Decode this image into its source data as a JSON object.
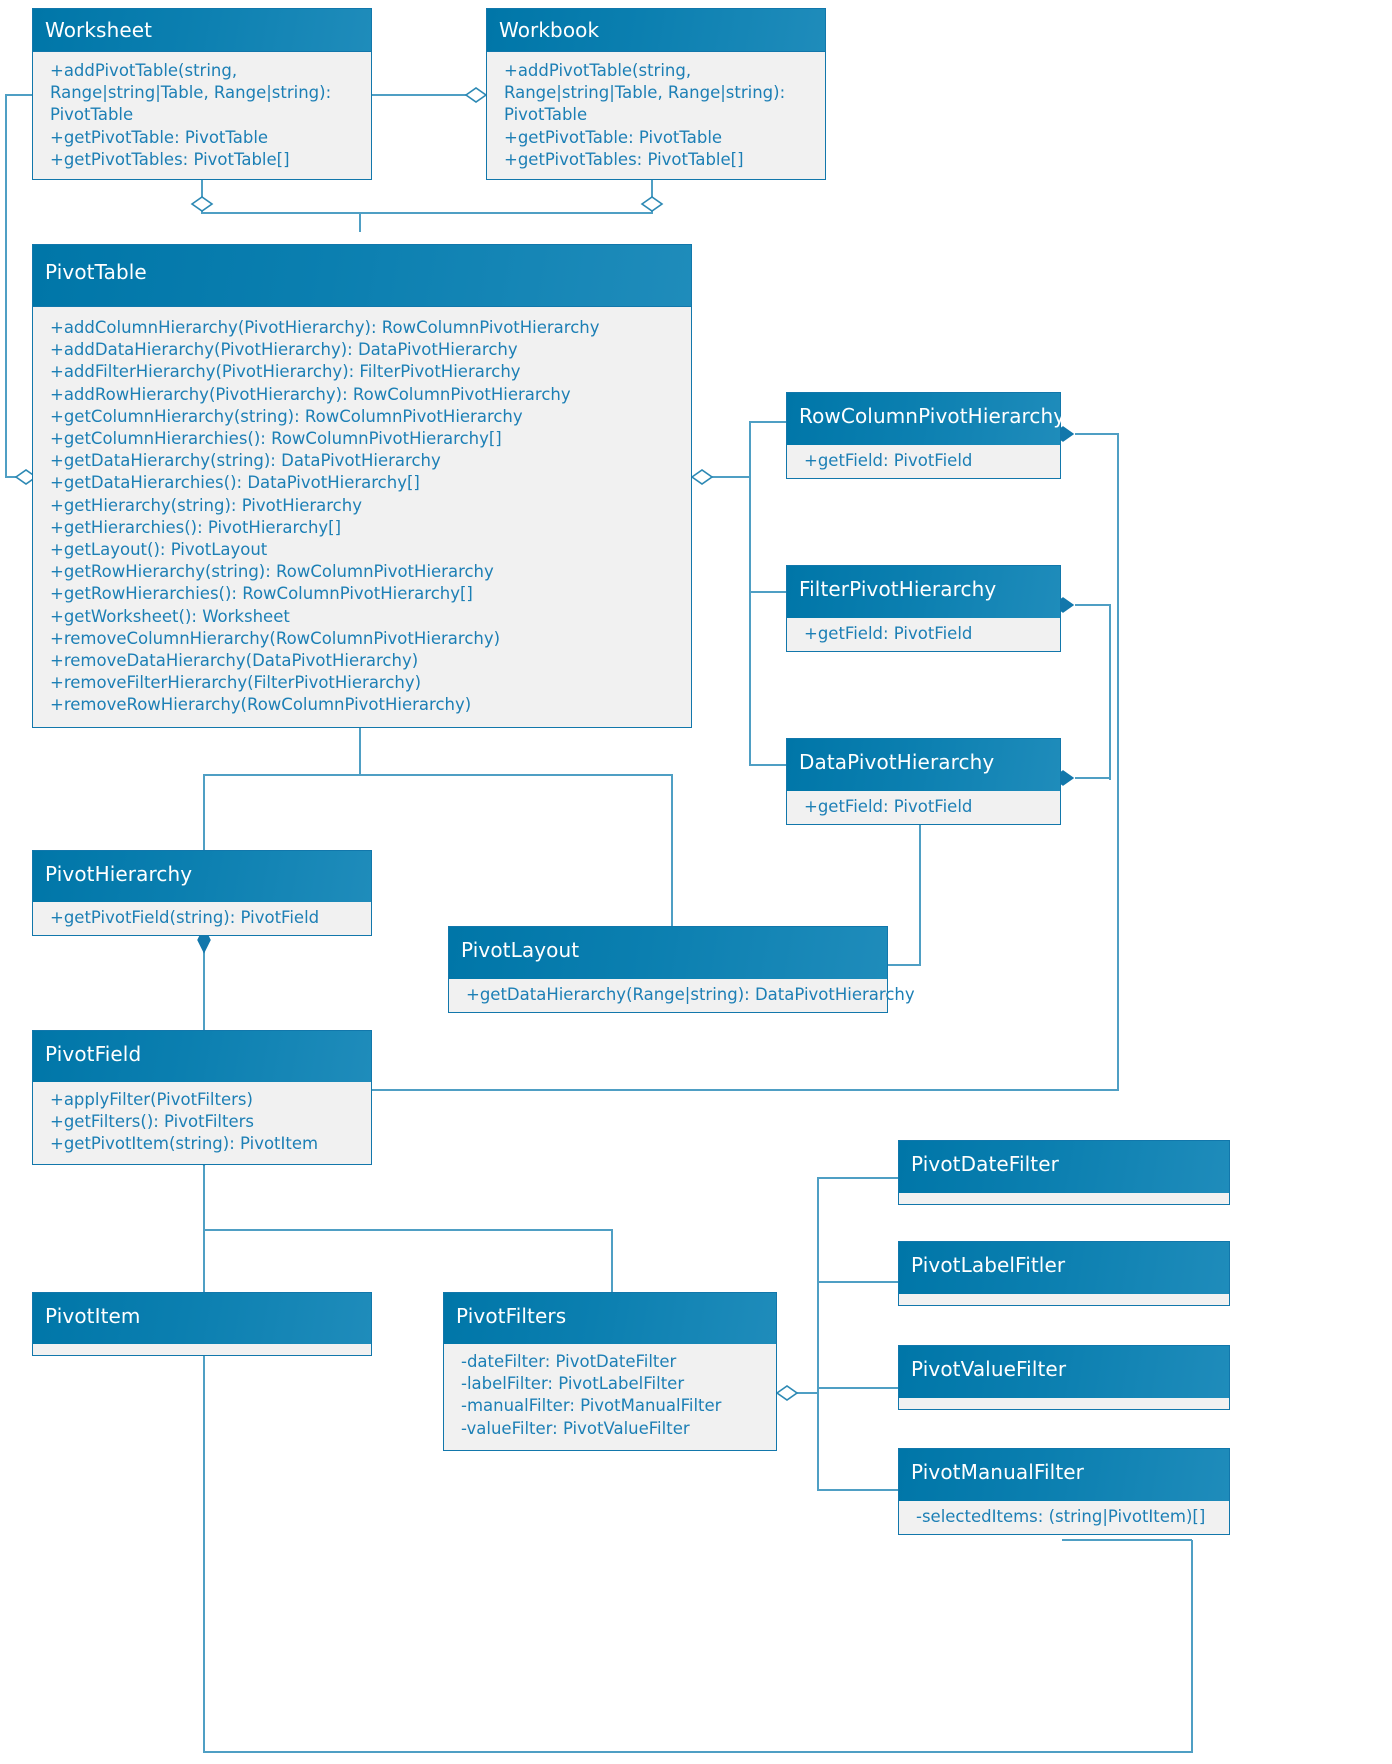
{
  "diagram": {
    "title": "Excel JavaScript API PivotTable class diagram",
    "type": "uml-class-diagram",
    "colors": {
      "header_fill": "#0076a8",
      "header_text": "#ffffff",
      "body_fill": "#f1f1f1",
      "body_text": "#1c7fb5",
      "border": "#1277ab",
      "connector": "#4f9fc4"
    }
  },
  "classes": [
    {
      "id": "worksheet",
      "name": "Worksheet",
      "members": [
        "+addPivotTable(string,",
        "Range|string|Table, Range|string):",
        "PivotTable",
        "+getPivotTable: PivotTable",
        "+getPivotTables: PivotTable[]"
      ]
    },
    {
      "id": "workbook",
      "name": "Workbook",
      "members": [
        "+addPivotTable(string,",
        "Range|string|Table, Range|string):",
        "PivotTable",
        "+getPivotTable: PivotTable",
        "+getPivotTables: PivotTable[]"
      ]
    },
    {
      "id": "pivottable",
      "name": "PivotTable",
      "members": [
        "+addColumnHierarchy(PivotHierarchy): RowColumnPivotHierarchy",
        "+addDataHierarchy(PivotHierarchy): DataPivotHierarchy",
        "+addFilterHierarchy(PivotHierarchy): FilterPivotHierarchy",
        "+addRowHierarchy(PivotHierarchy): RowColumnPivotHierarchy",
        "+getColumnHierarchy(string): RowColumnPivotHierarchy",
        "+getColumnHierarchies(): RowColumnPivotHierarchy[]",
        "+getDataHierarchy(string): DataPivotHierarchy",
        "+getDataHierarchies(): DataPivotHierarchy[]",
        "+getHierarchy(string): PivotHierarchy",
        "+getHierarchies(): PivotHierarchy[]",
        "+getLayout(): PivotLayout",
        "+getRowHierarchy(string): RowColumnPivotHierarchy",
        "+getRowHierarchies(): RowColumnPivotHierarchy[]",
        "+getWorksheet(): Worksheet",
        "+removeColumnHierarchy(RowColumnPivotHierarchy)",
        "+removeDataHierarchy(DataPivotHierarchy)",
        "+removeFilterHierarchy(FilterPivotHierarchy)",
        "+removeRowHierarchy(RowColumnPivotHierarchy)"
      ]
    },
    {
      "id": "rowcolumnpivothierarchy",
      "name": "RowColumnPivotHierarchy",
      "members": [
        "+getField: PivotField"
      ]
    },
    {
      "id": "filterpivothierarchy",
      "name": "FilterPivotHierarchy",
      "members": [
        "+getField: PivotField"
      ]
    },
    {
      "id": "datapivothierarchy",
      "name": "DataPivotHierarchy",
      "members": [
        "+getField: PivotField"
      ]
    },
    {
      "id": "pivothierarchy",
      "name": "PivotHierarchy",
      "members": [
        "+getPivotField(string): PivotField"
      ]
    },
    {
      "id": "pivotlayout",
      "name": "PivotLayout",
      "members": [
        "+getDataHierarchy(Range|string): DataPivotHierarchy"
      ]
    },
    {
      "id": "pivotfield",
      "name": "PivotField",
      "members": [
        "+applyFilter(PivotFilters)",
        "+getFilters(): PivotFilters",
        "+getPivotItem(string): PivotItem"
      ]
    },
    {
      "id": "pivotitem",
      "name": "PivotItem",
      "members": []
    },
    {
      "id": "pivotfilters",
      "name": "PivotFilters",
      "members": [
        "-dateFilter: PivotDateFilter",
        "-labelFilter: PivotLabelFilter",
        "-manualFilter: PivotManualFilter",
        "-valueFilter: PivotValueFilter"
      ]
    },
    {
      "id": "pivotdatefilter",
      "name": "PivotDateFilter",
      "members": []
    },
    {
      "id": "pivotlabelfitler",
      "name": "PivotLabelFitler",
      "members": []
    },
    {
      "id": "pivotvaluefilter",
      "name": "PivotValueFilter",
      "members": []
    },
    {
      "id": "pivotmanualfilter",
      "name": "PivotManualFilter",
      "members": [
        "-selectedItems: (string|PivotItem)[]"
      ]
    }
  ]
}
